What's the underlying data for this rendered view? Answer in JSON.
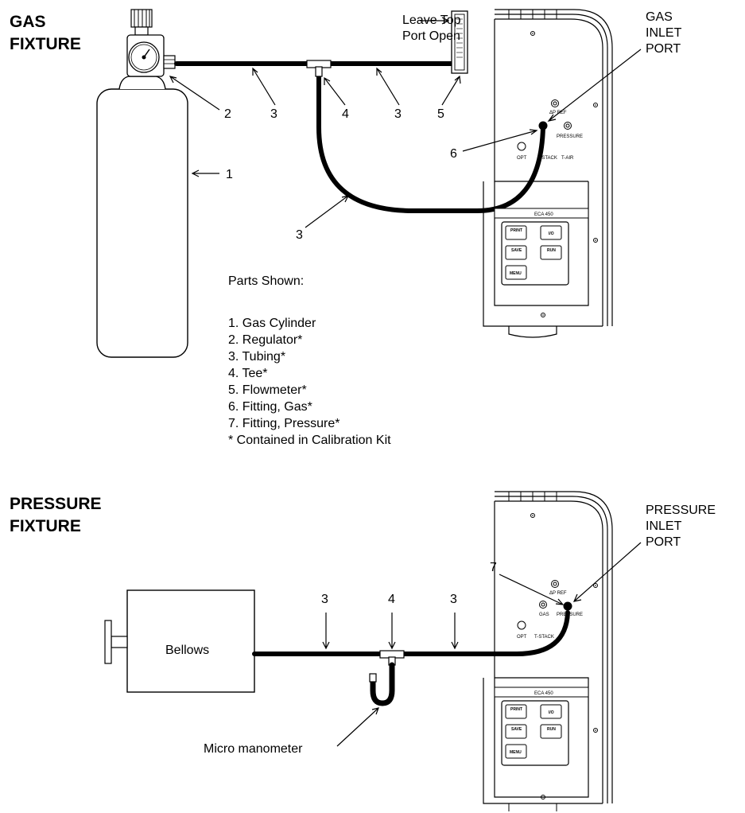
{
  "gas_fixture": {
    "title_line1": "GAS",
    "title_line2": "FIXTURE",
    "flowmeter_note_line1": "Leave Top",
    "flowmeter_note_line2": "Port Open",
    "inlet_line1": "GAS",
    "inlet_line2": "INLET",
    "inlet_line3": "PORT",
    "callouts": {
      "cylinder": "1",
      "regulator": "2",
      "tubing_left": "3",
      "tee": "4",
      "tubing_right": "3",
      "flowmeter": "5",
      "fitting_gas": "6",
      "tubing_loop": "3"
    }
  },
  "parts_list": {
    "heading": "Parts Shown:",
    "items": [
      "1. Gas Cylinder",
      "2. Regulator*",
      "3. Tubing*",
      "4. Tee*",
      "5. Flowmeter*",
      "6. Fitting, Gas*",
      "7. Fitting, Pressure*",
      "* Contained in Calibration Kit"
    ]
  },
  "pressure_fixture": {
    "title_line1": "PRESSURE",
    "title_line2": "FIXTURE",
    "inlet_line1": "PRESSURE",
    "inlet_line2": "INLET",
    "inlet_line3": "PORT",
    "bellows_label": "Bellows",
    "manometer_label": "Micro manometer",
    "callouts": {
      "tubing_left": "3",
      "tee": "4",
      "tubing_right": "3",
      "fitting_pressure": "7"
    }
  },
  "instrument": {
    "model": "ECA 450",
    "ports": {
      "dp_ref": "ΔP REF",
      "pressure": "PRESSURE",
      "gas": "GAS",
      "opt": "OPT",
      "t_stack": "T-STACK",
      "t_air": "T-AIR"
    },
    "keys": {
      "print": "PRINT",
      "io": "I/O",
      "save": "SAVE",
      "run": "RUN",
      "menu": "MENU"
    }
  }
}
